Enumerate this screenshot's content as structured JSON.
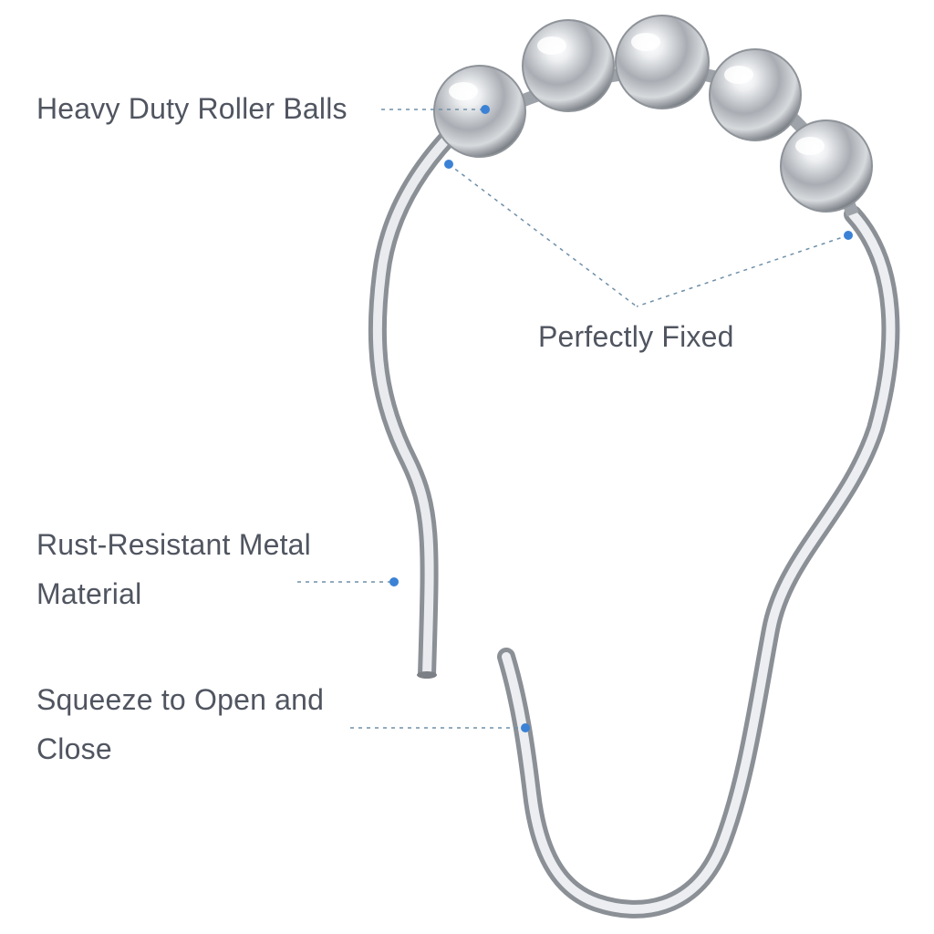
{
  "callouts": {
    "roller_balls": {
      "text": "Heavy Duty Roller Balls"
    },
    "fixed": {
      "text": "Perfectly Fixed"
    },
    "rust": {
      "line1": "Rust-Resistant Metal",
      "line2": "Material"
    },
    "squeeze": {
      "line1": "Squeeze to Open and",
      "line2": "Close"
    }
  },
  "colors": {
    "label_text": "#505560",
    "leader_line": "#6f8fa8",
    "marker_dot": "#3b82d6",
    "metal_light": "#f4f5f7",
    "metal_mid": "#b9bdc3",
    "metal_dark": "#6c7178"
  }
}
